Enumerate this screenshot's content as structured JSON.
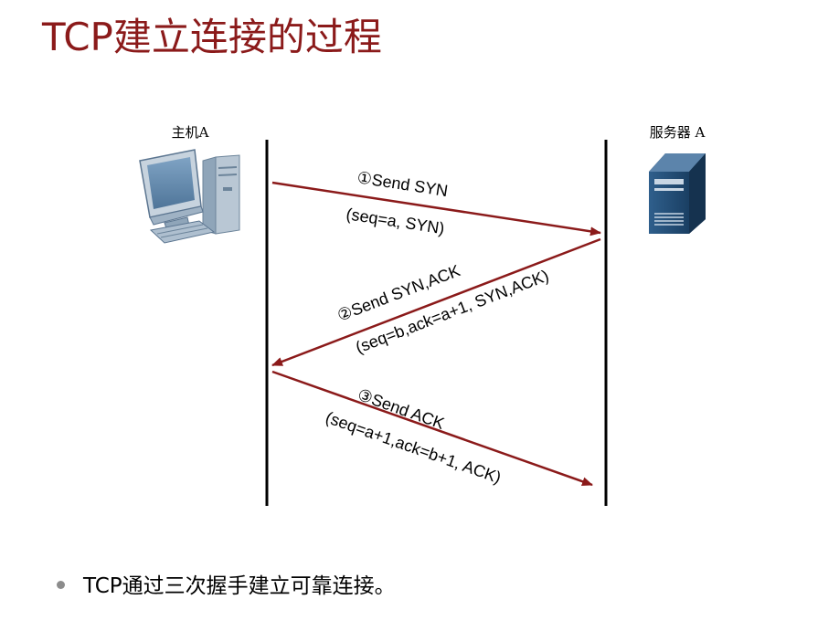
{
  "title": "TCP建立连接的过程",
  "colors": {
    "title": "#8b1a1a",
    "arrow": "#8b1a1a",
    "timeline": "#000000",
    "label": "#000000",
    "bullet": "#8c8c8c"
  },
  "icons": {
    "host": "desktop-computer-icon",
    "server": "server-tower-icon"
  },
  "host": {
    "label": "主机A"
  },
  "server": {
    "label": "服务器 A"
  },
  "messages": [
    {
      "id": "syn",
      "direction": "host-to-server",
      "line1": "①Send SYN",
      "line2": "(seq=a, SYN)"
    },
    {
      "id": "syn-ack",
      "direction": "server-to-host",
      "line1": "②Send SYN,ACK",
      "line2": "(seq=b,ack=a+1, SYN,ACK)"
    },
    {
      "id": "ack",
      "direction": "host-to-server",
      "line1": "③Send ACK",
      "line2": "(seq=a+1,ack=b+1, ACK)"
    }
  ],
  "bullet": {
    "text": "TCP通过三次握手建立可靠连接。"
  }
}
